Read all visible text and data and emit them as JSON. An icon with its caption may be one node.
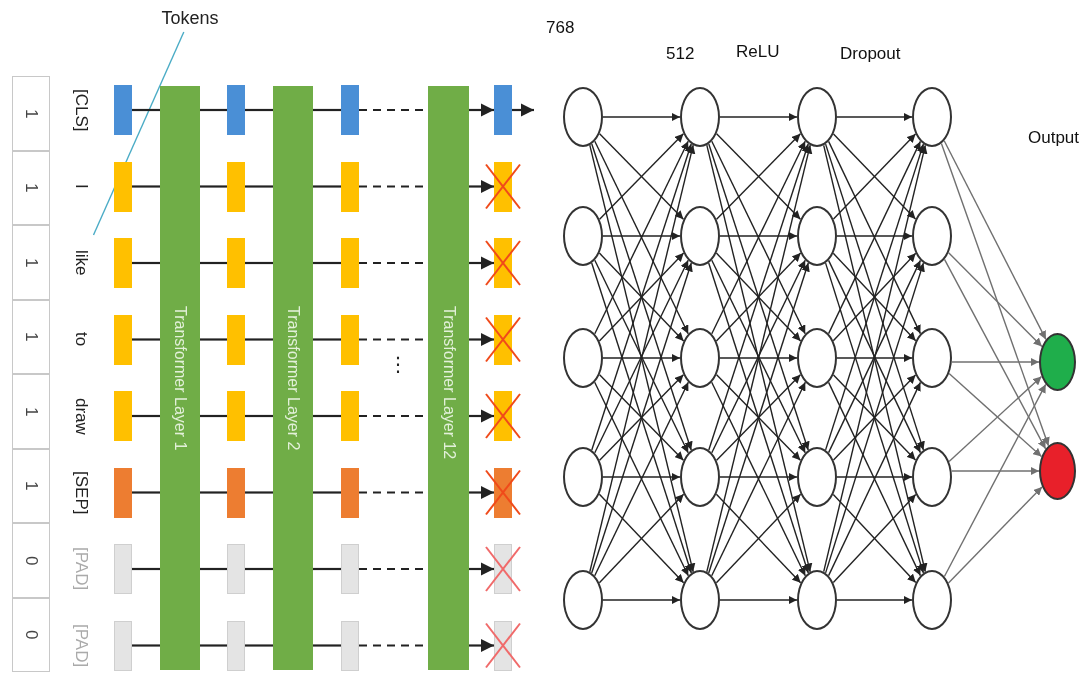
{
  "diagram": {
    "nodes": [
      {
        "text": [
          "1"
        ]
      },
      {
        "text": [
          "1"
        ]
      },
      {
        "text": [
          "1"
        ]
      },
      {
        "text": [
          "1"
        ]
      },
      {
        "text": [
          "1"
        ]
      },
      {
        "text": [
          "1"
        ]
      },
      {
        "text": [
          "0"
        ]
      },
      {
        "text": [
          "0"
        ]
      },
      {
        "text": [
          "Tokens"
        ]
      },
      {
        "text": [
          "like"
        ]
      },
      {
        "text": [],
        "shape": "box"
      },
      {
        "text": [],
        "shape": "box"
      },
      {
        "text": [],
        "shape": "box"
      },
      {
        "text": [],
        "shape": "box"
      },
      {
        "text": [],
        "shape": "box"
      },
      {
        "text": [],
        "shape": "box"
      },
      {
        "text": [],
        "shape": "box"
      },
      {
        "text": [],
        "shape": "box"
      },
      {
        "text": [],
        "shape": "box"
      },
      {
        "text": [],
        "shape": "box"
      },
      {
        "text": [],
        "shape": "box"
      },
      {
        "text": [],
        "shape": "box"
      },
      {
        "text": [],
        "shape": "box"
      },
      {
        "text": [],
        "shape": "box"
      },
      {
        "text": [],
        "shape": "box"
      },
      {
        "text": [],
        "shape": "box"
      },
      {
        "text": [],
        "shape": "box"
      },
      {
        "text": [],
        "shape": "box"
      },
      {
        "text": [],
        "shape": "box"
      },
      {
        "text": [],
        "shape": "box"
      },
      {
        "text": [],
        "shape": "box"
      },
      {
        "text": [],
        "shape": "box"
      },
      {
        "text": [],
        "shape": "box"
      },
      {
        "text": [],
        "shape": "box"
      },
      {
        "text": [],
        "shape": "box"
      },
      {
        "text": [],
        "shape": "box"
      },
      {
        "text": [],
        "shape": "box"
      },
      {
        "text": [],
        "shape": "box"
      },
      {
        "text": [],
        "shape": "box"
      },
      {
        "text": [],
        "shape": "box"
      },
      {
        "text": [],
        "shape": "box"
      },
      {
        "text": [],
        "shape": "box"
      },
      {
        "text": [
          "Transformer Layer 1"
        ]
      },
      {
        "text": [
          "Transformer Layer 2"
        ]
      },
      {
        "text": [
          "Transformer Layer 12"
        ]
      },
      {
        "text": [],
        "shape": "circle"
      },
      {
        "text": [],
        "shape": "circle"
      },
      {
        "text": [],
        "shape": "circle"
      },
      {
        "text": [],
        "shape": "circle"
      },
      {
        "text": [],
        "shape": "circle"
      },
      {
        "text": [],
        "shape": "circle"
      },
      {
        "text": [],
        "shape": "circle"
      },
      {
        "text": [],
        "shape": "circle"
      },
      {
        "text": [],
        "shape": "circle"
      },
      {
        "text": [],
        "shape": "circle"
      },
      {
        "text": [],
        "shape": "circle"
      },
      {
        "text": [],
        "shape": "circle"
      },
      {
        "text": [],
        "shape": "circle"
      },
      {
        "text": [],
        "shape": "circle"
      },
      {
        "text": [],
        "shape": "circle"
      },
      {
        "text": [],
        "shape": "circle"
      },
      {
        "text": [],
        "shape": "circle"
      },
      {
        "text": [],
        "shape": "circle"
      },
      {
        "text": [],
        "shape": "circle"
      },
      {
        "text": [],
        "shape": "circle"
      },
      {
        "text": [],
        "shape": "circle"
      },
      {
        "text": [],
        "shape": "circle"
      }
    ],
    "edges": [
      {
        "from": 8,
        "to": 9,
        "arrow": "none",
        "color": "#4bacc6"
      },
      {
        "from": 10,
        "to": 42,
        "arrow": "none"
      },
      {
        "from": 42,
        "to": 11,
        "arrow": "none"
      },
      {
        "from": 11,
        "to": 43,
        "arrow": "none"
      },
      {
        "from": 43,
        "to": 12,
        "arrow": "none"
      },
      {
        "from": 12,
        "to": 44,
        "arrow": "none",
        "style": "dashed"
      },
      {
        "from": 44,
        "to": 13,
        "arrow": "to"
      },
      {
        "from": 14,
        "to": 42,
        "arrow": "none"
      },
      {
        "from": 42,
        "to": 15,
        "arrow": "none"
      },
      {
        "from": 15,
        "to": 43,
        "arrow": "none"
      },
      {
        "from": 43,
        "to": 16,
        "arrow": "none"
      },
      {
        "from": 16,
        "to": 44,
        "arrow": "none",
        "style": "dashed"
      },
      {
        "from": 44,
        "to": 17,
        "arrow": "to"
      },
      {
        "from": 18,
        "to": 42,
        "arrow": "none"
      },
      {
        "from": 42,
        "to": 19,
        "arrow": "none"
      },
      {
        "from": 19,
        "to": 43,
        "arrow": "none"
      },
      {
        "from": 43,
        "to": 20,
        "arrow": "none"
      },
      {
        "from": 20,
        "to": 44,
        "arrow": "none",
        "style": "dashed"
      },
      {
        "from": 44,
        "to": 21,
        "arrow": "to"
      },
      {
        "from": 22,
        "to": 42,
        "arrow": "none"
      },
      {
        "from": 42,
        "to": 23,
        "arrow": "none"
      },
      {
        "from": 23,
        "to": 43,
        "arrow": "none"
      },
      {
        "from": 43,
        "to": 24,
        "arrow": "none"
      },
      {
        "from": 24,
        "to": 44,
        "arrow": "none",
        "style": "dashed"
      },
      {
        "from": 44,
        "to": 25,
        "arrow": "to"
      },
      {
        "from": 26,
        "to": 42,
        "arrow": "none"
      },
      {
        "from": 42,
        "to": 27,
        "arrow": "none"
      },
      {
        "from": 27,
        "to": 43,
        "arrow": "none"
      },
      {
        "from": 43,
        "to": 28,
        "arrow": "none"
      },
      {
        "from": 28,
        "to": 44,
        "arrow": "none",
        "style": "dashed"
      },
      {
        "from": 44,
        "to": 29,
        "arrow": "to"
      },
      {
        "from": 30,
        "to": 42,
        "arrow": "none"
      },
      {
        "from": 42,
        "to": 31,
        "arrow": "none"
      },
      {
        "from": 31,
        "to": 43,
        "arrow": "none"
      },
      {
        "from": 43,
        "to": 32,
        "arrow": "none"
      },
      {
        "from": 32,
        "to": 44,
        "arrow": "none",
        "style": "dashed"
      },
      {
        "from": 44,
        "to": 33,
        "arrow": "to"
      },
      {
        "from": 34,
        "to": 42,
        "arrow": "none"
      },
      {
        "from": 42,
        "to": 35,
        "arrow": "none"
      },
      {
        "from": 35,
        "to": 43,
        "arrow": "none"
      },
      {
        "from": 43,
        "to": 36,
        "arrow": "none"
      },
      {
        "from": 36,
        "to": 44,
        "arrow": "none",
        "style": "dashed"
      },
      {
        "from": 44,
        "to": 37,
        "arrow": "to"
      },
      {
        "from": 38,
        "to": 42,
        "arrow": "none"
      },
      {
        "from": 42,
        "to": 39,
        "arrow": "none"
      },
      {
        "from": 39,
        "to": 43,
        "arrow": "none"
      },
      {
        "from": 43,
        "to": 40,
        "arrow": "none"
      },
      {
        "from": 40,
        "to": 44,
        "arrow": "none",
        "style": "dashed"
      },
      {
        "from": 44,
        "to": 41,
        "arrow": "to"
      },
      {
        "from": 13,
        "to": null,
        "arrow": "to"
      },
      {
        "from": 45,
        "to": 50,
        "arrow": "to"
      },
      {
        "from": 45,
        "to": 51,
        "arrow": "to"
      },
      {
        "from": 45,
        "to": 52,
        "arrow": "to"
      },
      {
        "from": 45,
        "to": 53,
        "arrow": "to"
      },
      {
        "from": 45,
        "to": 54,
        "arrow": "to"
      },
      {
        "from": 46,
        "to": 50,
        "arrow": "to"
      },
      {
        "from": 46,
        "to": 51,
        "arrow": "to"
      },
      {
        "from": 46,
        "to": 52,
        "arrow": "to"
      },
      {
        "from": 46,
        "to": 53,
        "arrow": "to"
      },
      {
        "from": 46,
        "to": 54,
        "arrow": "to"
      },
      {
        "from": 47,
        "to": 50,
        "arrow": "to"
      },
      {
        "from": 47,
        "to": 51,
        "arrow": "to"
      },
      {
        "from": 47,
        "to": 52,
        "arrow": "to"
      },
      {
        "from": 47,
        "to": 53,
        "arrow": "to"
      },
      {
        "from": 47,
        "to": 54,
        "arrow": "to"
      },
      {
        "from": 48,
        "to": 50,
        "arrow": "to"
      },
      {
        "from": 48,
        "to": 51,
        "arrow": "to"
      },
      {
        "from": 48,
        "to": 52,
        "arrow": "to"
      },
      {
        "from": 48,
        "to": 53,
        "arrow": "to"
      },
      {
        "from": 48,
        "to": 54,
        "arrow": "to"
      },
      {
        "from": 49,
        "to": 50,
        "arrow": "to"
      },
      {
        "from": 49,
        "to": 51,
        "arrow": "to"
      },
      {
        "from": 49,
        "to": 52,
        "arrow": "to"
      },
      {
        "from": 49,
        "to": 53,
        "arrow": "to"
      },
      {
        "from": 49,
        "to": 54,
        "arrow": "to"
      },
      {
        "from": 50,
        "to": 55,
        "arrow": "to"
      },
      {
        "from": 50,
        "to": 56,
        "arrow": "to"
      },
      {
        "from": 50,
        "to": 57,
        "arrow": "to"
      },
      {
        "from": 50,
        "to": 58,
        "arrow": "to"
      },
      {
        "from": 50,
        "to": 59,
        "arrow": "to"
      },
      {
        "from": 51,
        "to": 55,
        "arrow": "to"
      },
      {
        "from": 51,
        "to": 56,
        "arrow": "to"
      },
      {
        "from": 51,
        "to": 57,
        "arrow": "to"
      },
      {
        "from": 51,
        "to": 58,
        "arrow": "to"
      },
      {
        "from": 51,
        "to": 59,
        "arrow": "to"
      },
      {
        "from": 52,
        "to": 55,
        "arrow": "to"
      },
      {
        "from": 52,
        "to": 56,
        "arrow": "to"
      },
      {
        "from": 52,
        "to": 57,
        "arrow": "to"
      },
      {
        "from": 52,
        "to": 58,
        "arrow": "to"
      },
      {
        "from": 52,
        "to": 59,
        "arrow": "to"
      },
      {
        "from": 53,
        "to": 55,
        "arrow": "to"
      },
      {
        "from": 53,
        "to": 56,
        "arrow": "to"
      },
      {
        "from": 53,
        "to": 57,
        "arrow": "to"
      },
      {
        "from": 53,
        "to": 58,
        "arrow": "to"
      },
      {
        "from": 53,
        "to": 59,
        "arrow": "to"
      },
      {
        "from": 54,
        "to": 55,
        "arrow": "to"
      },
      {
        "from": 54,
        "to": 56,
        "arrow": "to"
      },
      {
        "from": 54,
        "to": 57,
        "arrow": "to"
      },
      {
        "from": 54,
        "to": 58,
        "arrow": "to"
      },
      {
        "from": 54,
        "to": 59,
        "arrow": "to"
      },
      {
        "from": 55,
        "to": 60,
        "arrow": "to"
      },
      {
        "from": 55,
        "to": 61,
        "arrow": "to"
      },
      {
        "from": 55,
        "to": 62,
        "arrow": "to"
      },
      {
        "from": 55,
        "to": 63,
        "arrow": "to"
      },
      {
        "from": 55,
        "to": 64,
        "arrow": "to"
      },
      {
        "from": 56,
        "to": 60,
        "arrow": "to"
      },
      {
        "from": 56,
        "to": 61,
        "arrow": "to"
      },
      {
        "from": 56,
        "to": 62,
        "arrow": "to"
      },
      {
        "from": 56,
        "to": 63,
        "arrow": "to"
      },
      {
        "from": 56,
        "to": 64,
        "arrow": "to"
      },
      {
        "from": 57,
        "to": 60,
        "arrow": "to"
      },
      {
        "from": 57,
        "to": 61,
        "arrow": "to"
      },
      {
        "from": 57,
        "to": 62,
        "arrow": "to"
      },
      {
        "from": 57,
        "to": 63,
        "arrow": "to"
      },
      {
        "from": 57,
        "to": 64,
        "arrow": "to"
      },
      {
        "from": 58,
        "to": 60,
        "arrow": "to"
      },
      {
        "from": 58,
        "to": 61,
        "arrow": "to"
      },
      {
        "from": 58,
        "to": 62,
        "arrow": "to"
      },
      {
        "from": 58,
        "to": 63,
        "arrow": "to"
      },
      {
        "from": 58,
        "to": 64,
        "arrow": "to"
      },
      {
        "from": 59,
        "to": 60,
        "arrow": "to"
      },
      {
        "from": 59,
        "to": 61,
        "arrow": "to"
      },
      {
        "from": 59,
        "to": 62,
        "arrow": "to"
      },
      {
        "from": 59,
        "to": 63,
        "arrow": "to"
      },
      {
        "from": 59,
        "to": 64,
        "arrow": "to"
      },
      {
        "from": 60,
        "to": 65,
        "arrow": "to",
        "color": "#707070"
      },
      {
        "from": 60,
        "to": 66,
        "arrow": "to",
        "color": "#707070"
      },
      {
        "from": 61,
        "to": 65,
        "arrow": "to",
        "color": "#707070"
      },
      {
        "from": 61,
        "to": 66,
        "arrow": "to",
        "color": "#707070"
      },
      {
        "from": 62,
        "to": 65,
        "arrow": "to",
        "color": "#707070"
      },
      {
        "from": 62,
        "to": 66,
        "arrow": "to",
        "color": "#707070"
      },
      {
        "from": 63,
        "to": 65,
        "arrow": "to",
        "color": "#707070"
      },
      {
        "from": 63,
        "to": 66,
        "arrow": "to",
        "color": "#707070"
      },
      {
        "from": 64,
        "to": 65,
        "arrow": "to",
        "color": "#707070"
      },
      {
        "from": 64,
        "to": 66,
        "arrow": "to",
        "color": "#707070"
      }
    ],
    "labels": [
      "[CLS]",
      "I",
      "to",
      "draw",
      "[SEP]",
      "[PAD]",
      "[PAD]",
      "⋮",
      "768",
      "512",
      "ReLU",
      "Dropout",
      "Output"
    ]
  }
}
